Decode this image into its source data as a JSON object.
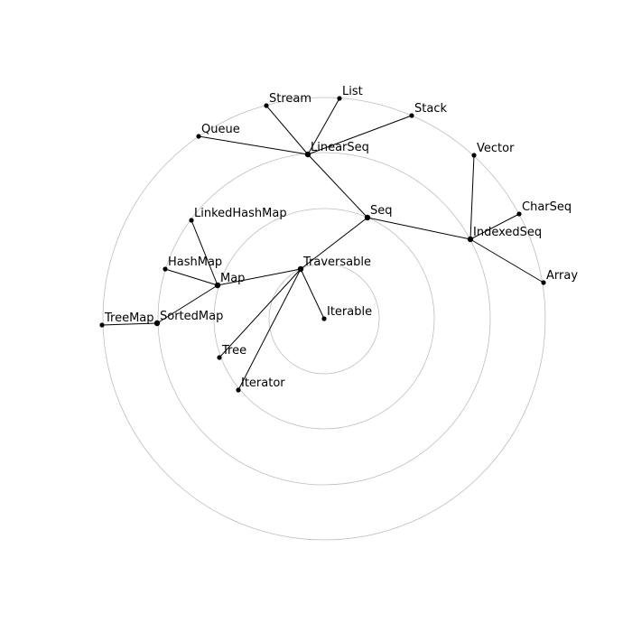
{
  "diagram": {
    "type": "radial-tree",
    "root": "Iterable",
    "nodes": [
      {
        "id": "Iterable",
        "label": "Iterable"
      },
      {
        "id": "Traversable",
        "label": "Traversable"
      },
      {
        "id": "Seq",
        "label": "Seq"
      },
      {
        "id": "Map",
        "label": "Map"
      },
      {
        "id": "Tree",
        "label": "Tree"
      },
      {
        "id": "Iterator",
        "label": "Iterator"
      },
      {
        "id": "LinearSeq",
        "label": "LinearSeq"
      },
      {
        "id": "IndexedSeq",
        "label": "IndexedSeq"
      },
      {
        "id": "LinkedHashMap",
        "label": "LinkedHashMap"
      },
      {
        "id": "HashMap",
        "label": "HashMap"
      },
      {
        "id": "SortedMap",
        "label": "SortedMap"
      },
      {
        "id": "Queue",
        "label": "Queue"
      },
      {
        "id": "Stream",
        "label": "Stream"
      },
      {
        "id": "List",
        "label": "List"
      },
      {
        "id": "Stack",
        "label": "Stack"
      },
      {
        "id": "Vector",
        "label": "Vector"
      },
      {
        "id": "CharSeq",
        "label": "CharSeq"
      },
      {
        "id": "Array",
        "label": "Array"
      },
      {
        "id": "TreeMap",
        "label": "TreeMap"
      }
    ],
    "edges": [
      [
        "Traversable",
        "Iterable"
      ],
      [
        "Traversable",
        "Seq"
      ],
      [
        "Traversable",
        "Map"
      ],
      [
        "Traversable",
        "Tree"
      ],
      [
        "Traversable",
        "Iterator"
      ],
      [
        "Seq",
        "LinearSeq"
      ],
      [
        "Seq",
        "IndexedSeq"
      ],
      [
        "Map",
        "LinkedHashMap"
      ],
      [
        "Map",
        "HashMap"
      ],
      [
        "Map",
        "SortedMap"
      ],
      [
        "LinearSeq",
        "Queue"
      ],
      [
        "LinearSeq",
        "Stream"
      ],
      [
        "LinearSeq",
        "List"
      ],
      [
        "LinearSeq",
        "Stack"
      ],
      [
        "IndexedSeq",
        "Vector"
      ],
      [
        "IndexedSeq",
        "CharSeq"
      ],
      [
        "IndexedSeq",
        "Array"
      ],
      [
        "SortedMap",
        "TreeMap"
      ]
    ]
  }
}
